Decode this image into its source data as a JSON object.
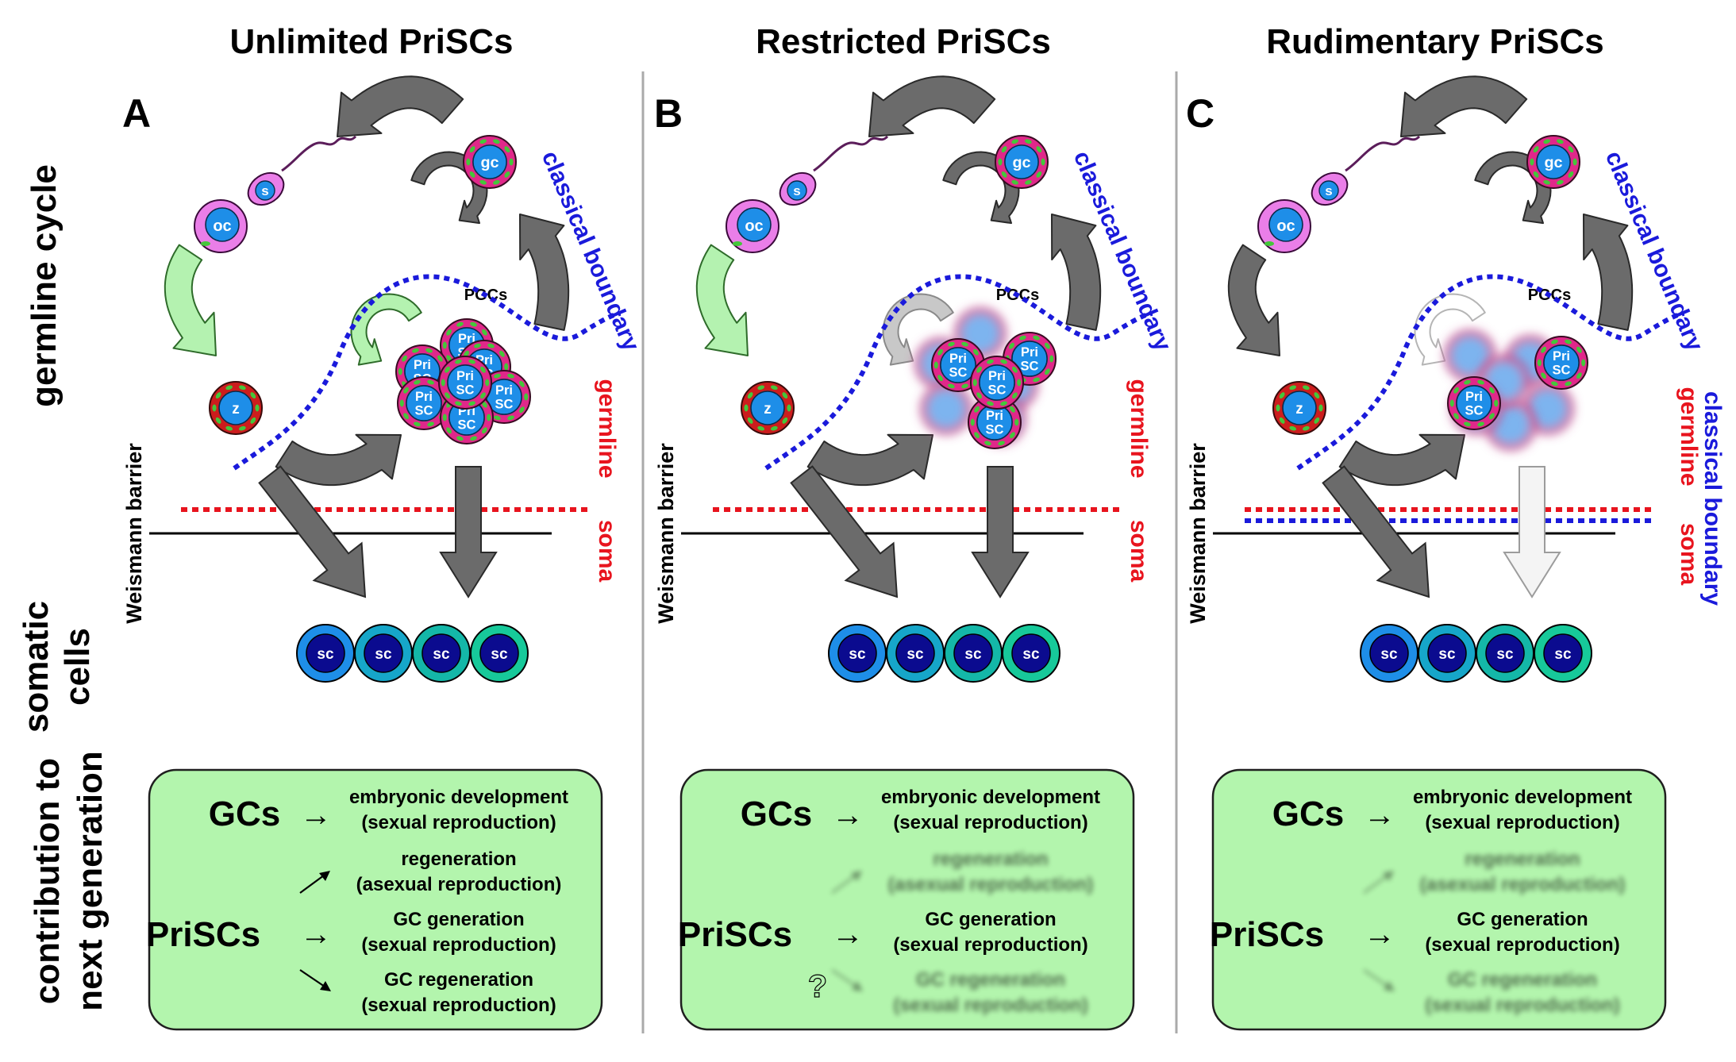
{
  "rows": {
    "germline": "germline cycle",
    "somatic_1": "somatic",
    "somatic_2": "cells",
    "contribution_1": "contribution to",
    "contribution_2": "next generation"
  },
  "panels": [
    {
      "letter": "A",
      "title": "Unlimited PriSCs",
      "priscs_state": "unlimited",
      "gcs_label": "GCs",
      "priscs_label": "PriSCs",
      "arrow": "→",
      "outcomes": [
        {
          "line1": "embryonic development",
          "line2": "(sexual reproduction)",
          "active": true
        },
        {
          "line1": "regeneration",
          "line2": "(asexual reproduction)",
          "active": true
        },
        {
          "line1": "GC generation",
          "line2": "(sexual reproduction)",
          "active": true
        },
        {
          "line1": "GC regeneration",
          "line2": "(sexual reproduction)",
          "active": true
        }
      ]
    },
    {
      "letter": "B",
      "title": "Restricted PriSCs",
      "priscs_state": "restricted",
      "gcs_label": "GCs",
      "priscs_label": "PriSCs",
      "arrow": "→",
      "question": "?",
      "outcomes": [
        {
          "line1": "embryonic development",
          "line2": "(sexual reproduction)",
          "active": true
        },
        {
          "line1": "regeneration",
          "line2": "(asexual reproduction)",
          "active": false
        },
        {
          "line1": "GC generation",
          "line2": "(sexual reproduction)",
          "active": true
        },
        {
          "line1": "GC regeneration",
          "line2": "(sexual reproduction)",
          "active": false
        }
      ]
    },
    {
      "letter": "C",
      "title": "Rudimentary PriSCs",
      "priscs_state": "rudimentary",
      "gcs_label": "GCs",
      "priscs_label": "PriSCs",
      "arrow": "→",
      "outcomes": [
        {
          "line1": "embryonic development",
          "line2": "(sexual reproduction)",
          "active": true
        },
        {
          "line1": "regeneration",
          "line2": "(asexual reproduction)",
          "active": false
        },
        {
          "line1": "GC generation",
          "line2": "(sexual reproduction)",
          "active": true
        },
        {
          "line1": "GC regeneration",
          "line2": "(sexual reproduction)",
          "active": false
        }
      ]
    }
  ],
  "cells": {
    "oocyte": "oc",
    "sperm": "s",
    "germ_cell": "gc",
    "zygote": "z",
    "prisc_1": "Pri",
    "prisc_2": "SC",
    "somatic": "sc",
    "pgcs": "PGCs"
  },
  "boundaries": {
    "classical": "classical boundary",
    "weismann": "Weismann barrier",
    "germline": "germline",
    "soma": "soma"
  },
  "colors": {
    "classical_boundary": "#1a1adb",
    "germline_soma": "#e8141e",
    "arrow_gray": "#6b6b6b",
    "arrow_green": "#b4f2b0",
    "box_green": "#b3f5ad",
    "cell_blue": "#1e8ee8",
    "cell_magenta": "#e0288a",
    "oocyte_pink": "#ea7ee8",
    "zygote_red": "#cc1d1d",
    "somatic_navy": "#0b0b8f"
  }
}
